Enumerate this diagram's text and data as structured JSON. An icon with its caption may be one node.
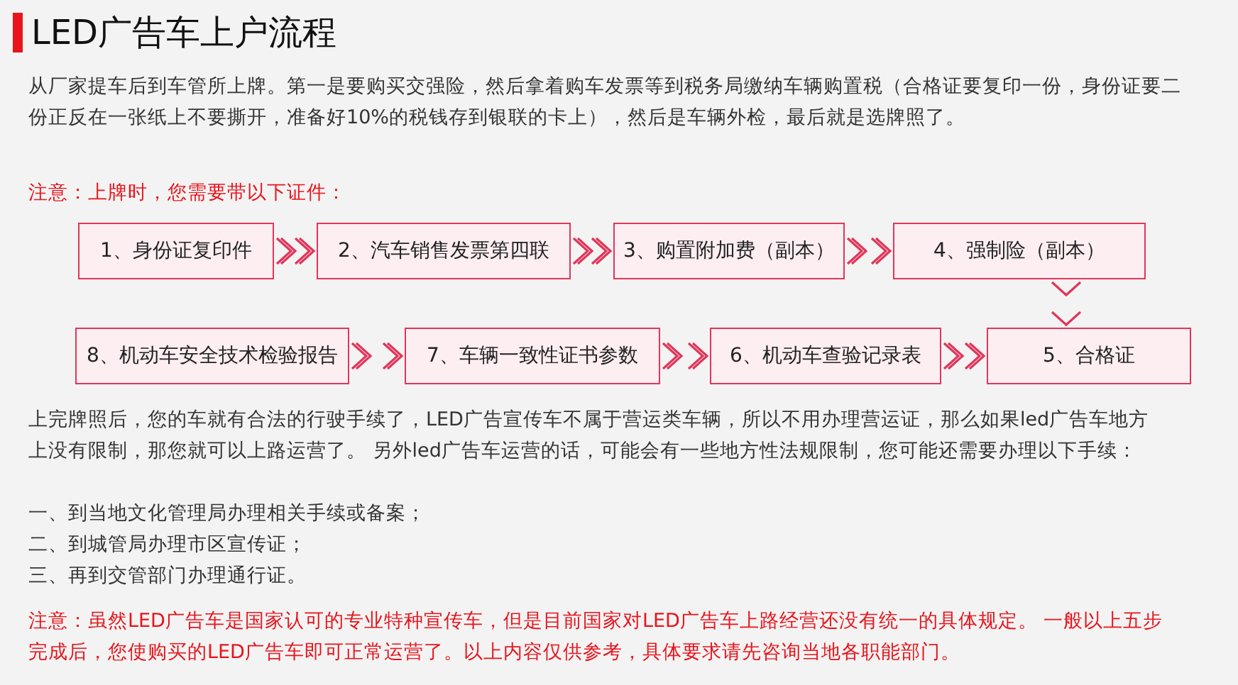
{
  "diagram": {
    "title": "LED广告车上户流程",
    "nodes": [
      {
        "text": [
          "1、身份证复印件"
        ]
      },
      {
        "text": [
          "2、汽车销售发票第四联"
        ]
      },
      {
        "text": [
          "3、购置附加费（副本）"
        ]
      },
      {
        "text": [
          "4、强制险（副本）"
        ]
      },
      {
        "text": [
          "8、机动车安全技术检验报告"
        ]
      },
      {
        "text": [
          "7、车辆一致性证书参数"
        ]
      },
      {
        "text": [
          "6、机动车查验记录表"
        ]
      },
      {
        "text": [
          "5、合格证"
        ]
      }
    ],
    "edges": [
      {
        "from": 0,
        "to": 1,
        "arrow": "to"
      },
      {
        "from": 1,
        "to": 2,
        "arrow": "to"
      },
      {
        "from": 2,
        "to": 3,
        "arrow": "to"
      },
      {
        "from": 3,
        "to": 7,
        "arrow": "to"
      },
      {
        "from": 4,
        "to": 5,
        "arrow": "to"
      },
      {
        "from": 5,
        "to": 6,
        "arrow": "to"
      },
      {
        "from": 6,
        "to": 7,
        "arrow": "to"
      }
    ],
    "labels": [
      "从厂家提车后到车管所上牌。第一是要购买交强险，然后拿着购车发票等到税务局缴纳车辆购置税（合格证要复印一份，身份证要二份正反在一张纸上不要撕开，准备好10%的税钱存到银联的卡上），然后是车辆外检，最后就是选牌照了。",
      "注意：上牌时，您需要带以下证件：",
      "上完牌照后，您的车就有合法的行驶手续了，LED广告宣传车不属于营运类车辆，所以不用办理营运证，那么如果led广告车地方上没有限制，那您就可以上路运营了。 另外led广告车运营的话，可能会有一些地方性法规限制，您可能还需要办理以下手续：",
      "一、到当地文化管理局办理相关手续或备案；",
      "二、到城管局办理市区宣传证；",
      "三、再到交管部门办理通行证。",
      "注意：虽然LED广告车是国家认可的专业特种宣传车，但是目前国家对LED广告车上路经营还没有统一的具体规定。 一般以上五步完成后，您使购买的LED广告车即可正常运营了。以上内容仅供参考，具体要求请先咨询当地各职能部门。"
    ]
  }
}
